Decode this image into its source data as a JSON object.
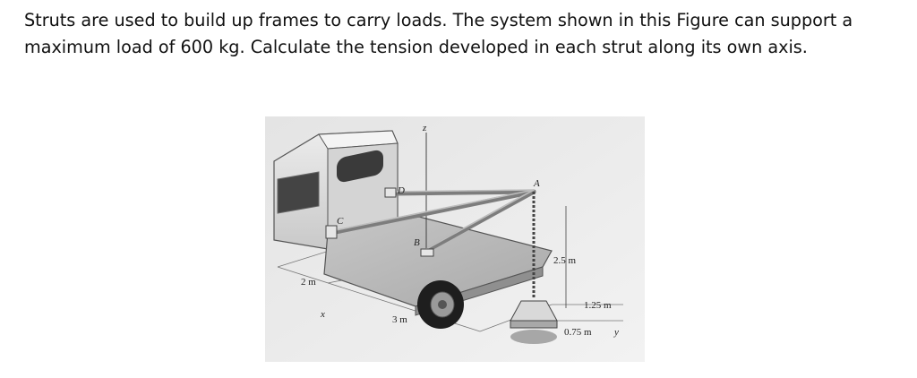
{
  "question": {
    "text": "Struts are used to build up frames to carry loads. The system shown in this Figure can support a maximum load of 600 kg. Calculate the tension developed in each strut along its own axis."
  },
  "figure": {
    "labels": {
      "z_axis": "z",
      "x_axis": "x",
      "y_axis": "y",
      "point_a": "A",
      "point_b": "B",
      "point_c": "C",
      "point_d": "D"
    },
    "dimensions": {
      "height": "2.5 m",
      "width": "2 m",
      "length": "3 m",
      "offset_y1": "1.25 m",
      "offset_y2": "0.75 m"
    },
    "colors": {
      "truck_body": "#d8d8d8",
      "bed": "#b8b8b8",
      "strut": "#8c8c8c",
      "tire": "#1e1e1e"
    }
  }
}
